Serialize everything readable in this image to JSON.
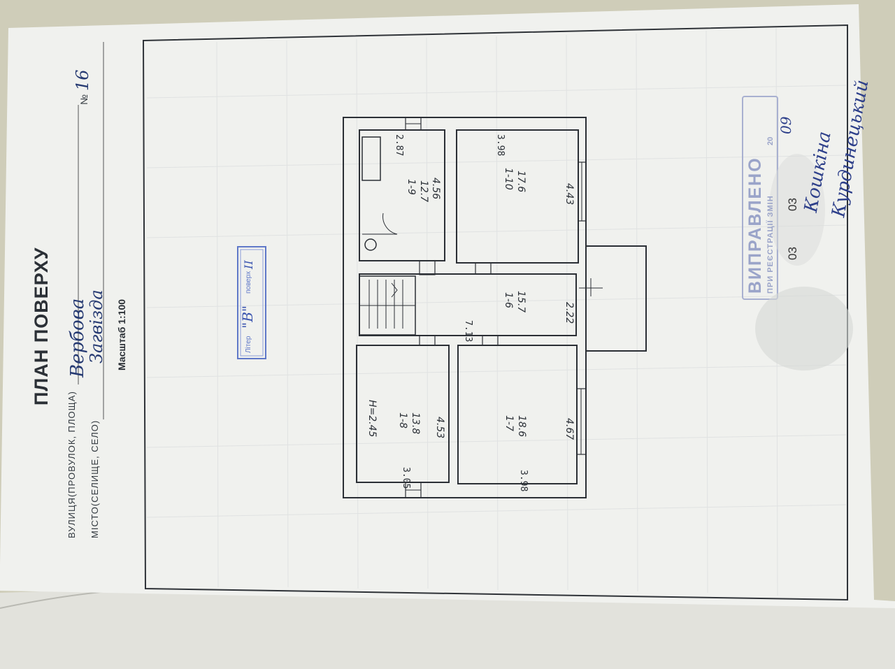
{
  "document": {
    "title": "ПЛАН ПОВЕРХУ",
    "street_label": "ВУЛИЦЯ(ПРОВУЛОК, ПЛОЩА)",
    "street_value": "Вербова",
    "house_number": "16",
    "house_number_prefix": "№",
    "settlement_label": "МІСТО(СЕЛИЩЕ, СЕЛО)",
    "settlement_value": "Загвізда",
    "scale": "Масштаб 1:100"
  },
  "litera_stamp": {
    "prefix": "Літер",
    "letter": "\"В\"",
    "floor_word": "поверх",
    "floor_value": "ІІ"
  },
  "rooms": [
    {
      "id": "1-9",
      "area": "12.7",
      "width": "2.87",
      "length": "4.56"
    },
    {
      "id": "1-10",
      "area": "17.6",
      "width": "3.98",
      "length": "4.43"
    },
    {
      "id": "1-6",
      "area": "15.7",
      "width": "7.13",
      "length": "2.22"
    },
    {
      "id": "1-8",
      "area": "13.8",
      "width": "3.05",
      "length": "4.53",
      "height": "Н=2.45"
    },
    {
      "id": "1-7",
      "area": "18.6",
      "width": "3.98",
      "length": "4.67"
    }
  ],
  "correction_stamp": {
    "title": "ВИПРАВЛЕНО",
    "subtitle": "ПРИ РЕЄСТРАЦІЇ ЗМІН",
    "date_day": "03",
    "date_month": "03",
    "year_suffix": "20",
    "year_handwritten": "09",
    "signature": "Кошкіна Курдинецький"
  },
  "colors": {
    "paper": "#f1f2ef",
    "ink": "#2b3036",
    "blue_stamp": "#5f78c8",
    "grey_stamp": "#9aa4c9"
  }
}
